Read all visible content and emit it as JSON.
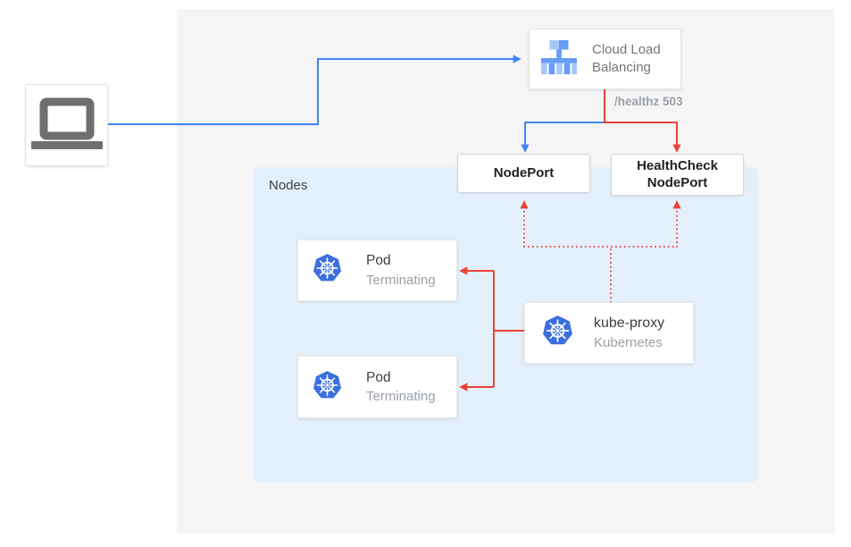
{
  "colors": {
    "blue": "#4285f4",
    "red": "#ea4335",
    "nodes-bg": "#e3f0fc",
    "outer-bg": "#f5f5f6",
    "k8s-blue": "#3b6fe0",
    "icon-blue-light": "#a6c8fa",
    "icon-blue": "#669df6",
    "text-dark": "#202124",
    "text-mid": "#3c4043",
    "text-gray": "#757575",
    "text-light": "#9aa0a6",
    "laptop-gray": "#6f6f6f"
  },
  "nodes_panel": {
    "label": "Nodes"
  },
  "client": {
    "icon": "laptop-icon"
  },
  "cloud_load_balancing": {
    "line1": "Cloud Load",
    "line2": "Balancing",
    "icon": "load-balancer-icon"
  },
  "healthz": {
    "label": "/healthz 503"
  },
  "nodeport": {
    "label": "NodePort"
  },
  "healthcheck_nodeport": {
    "line1": "HealthCheck",
    "line2": "NodePort"
  },
  "pods": [
    {
      "title": "Pod",
      "status": "Terminating",
      "icon": "kubernetes-icon"
    },
    {
      "title": "Pod",
      "status": "Terminating",
      "icon": "kubernetes-icon"
    }
  ],
  "kube_proxy": {
    "title": "kube-proxy",
    "subtitle": "Kubernetes",
    "icon": "kubernetes-icon"
  }
}
